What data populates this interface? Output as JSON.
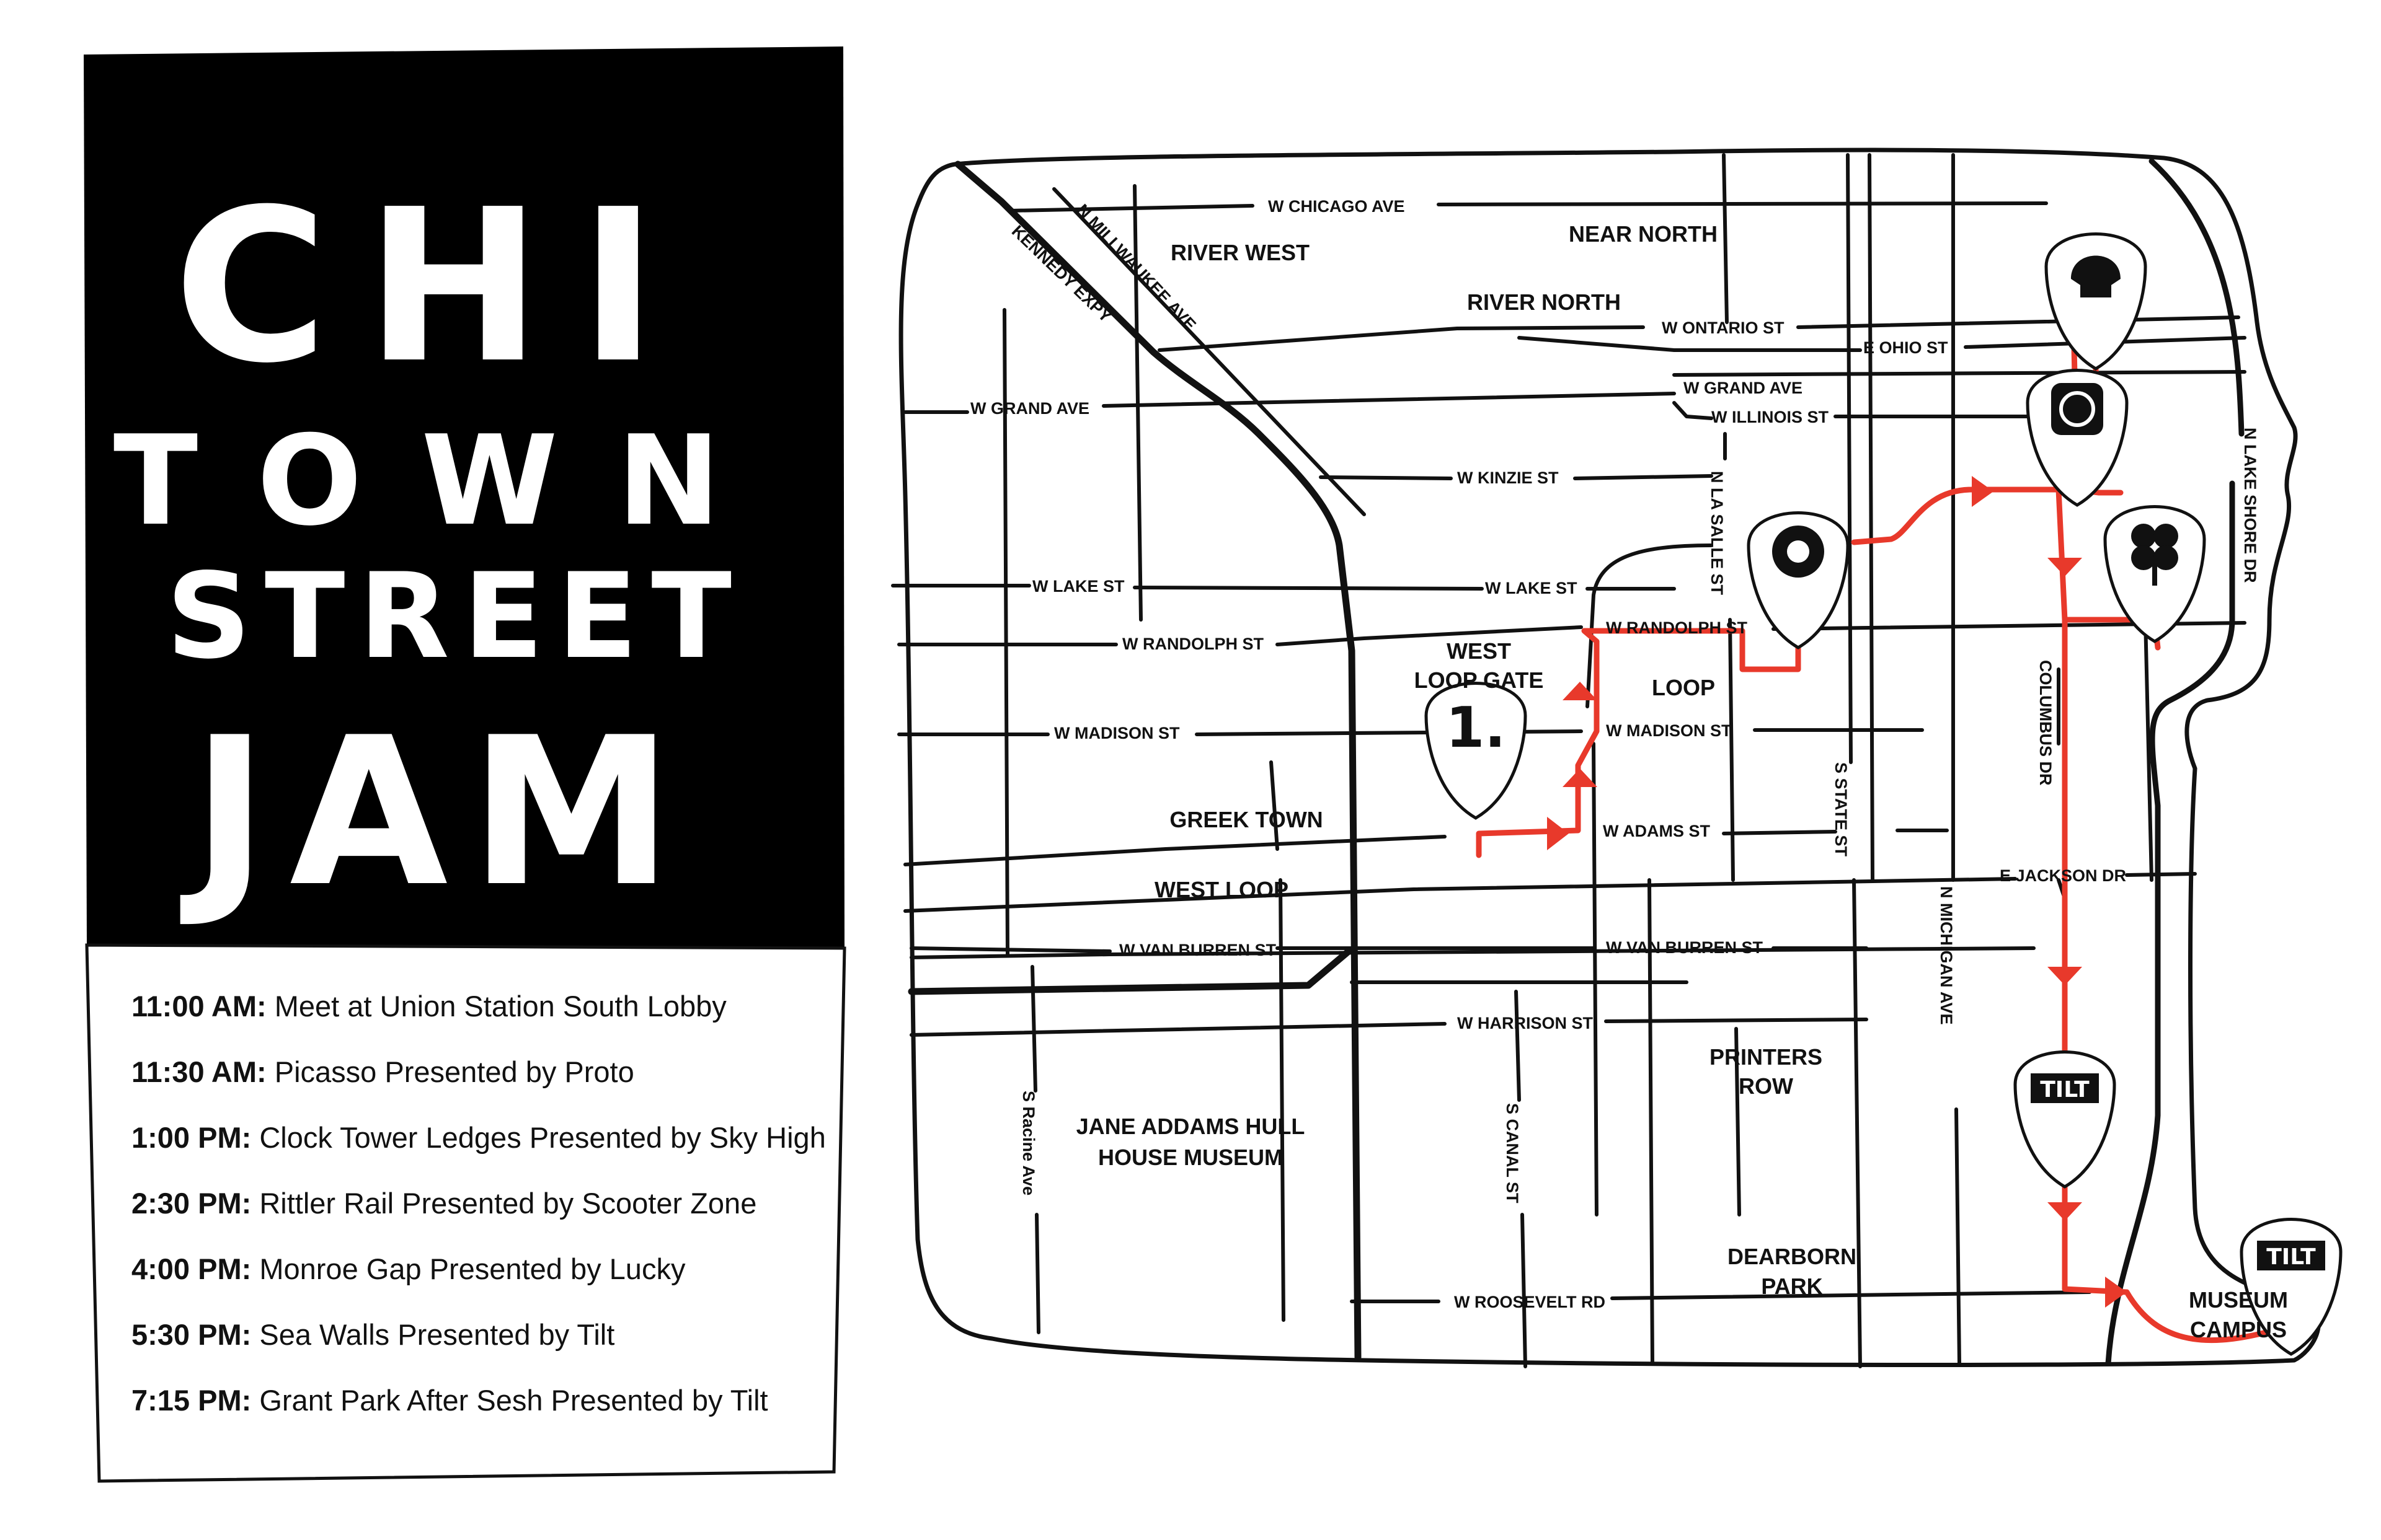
{
  "title": {
    "line1": "CHI",
    "line2": "TOWN",
    "line3": "STREET",
    "line4": "JAM"
  },
  "schedule": [
    {
      "time": "11:00 AM:",
      "event": "Meet at Union Station South Lobby"
    },
    {
      "time": "11:30 AM:",
      "event": "Picasso Presented by Proto"
    },
    {
      "time": "1:00 PM:",
      "event": "Clock Tower Ledges Presented by Sky High"
    },
    {
      "time": "2:30 PM:",
      "event": "Rittler Rail Presented by Scooter Zone"
    },
    {
      "time": "4:00 PM:",
      "event": "Monroe Gap Presented by Lucky"
    },
    {
      "time": "5:30 PM:",
      "event": "Sea Walls Presented by Tilt"
    },
    {
      "time": "7:15 PM:",
      "event": "Grant Park After Sesh Presented by Tilt"
    }
  ],
  "map": {
    "streets": {
      "chicago_ave": "W CHICAGO AVE",
      "millwaukee": "N MILLWAUKEE AVE",
      "kennedy": "KENNEDY EXPY",
      "ontario": "W ONTARIO ST",
      "ohio": "E OHIO ST",
      "grand_w": "W GRAND AVE",
      "grand_e": "W GRAND AVE",
      "illinois": "W ILLINOIS ST",
      "kinzie": "W KINZIE ST",
      "lasalle": "N LA SALLE ST",
      "lake_w": "W LAKE ST",
      "lake_e": "W LAKE ST",
      "randolph_w": "W RANDOLPH ST",
      "randolph_e": "W RANDOLPH ST",
      "madison_w": "W MADISON ST",
      "madison_e": "W MADISON ST",
      "adams": "W ADAMS ST",
      "state": "S STATE ST",
      "columbus": "COLUMBUS DR",
      "jackson": "E JACKSON DR",
      "michigan": "N MICHIGAN AVE",
      "vanburen_w": "W VAN BURREN ST",
      "vanburen_e": "W VAN BURREN ST",
      "harrison": "W HARRISON ST",
      "racine": "S Racine Ave",
      "canal": "S CANAL ST",
      "roosevelt": "W ROOSEVELT RD",
      "lakeshore": "N LAKE SHORE DR"
    },
    "neighborhoods": {
      "river_west": "RIVER WEST",
      "near_north": "NEAR NORTH",
      "river_north": "RIVER NORTH",
      "west_loop_gate_1": "WEST",
      "west_loop_gate_2": "LOOP GATE",
      "loop": "LOOP",
      "greek_town": "GREEK TOWN",
      "west_loop": "WEST LOOP",
      "printers_1": "PRINTERS",
      "printers_2": "ROW",
      "jane_1": "JANE ADDAMS HULL",
      "jane_2": "HOUSE MUSEUM",
      "dearborn_1": "DEARBORN",
      "dearborn_2": "PARK",
      "museum_1": "MUSEUM",
      "museum_2": "CAMPUS"
    },
    "pins": {
      "proto": "1.",
      "tilt_a": "TILT",
      "tilt_b": "TILT"
    },
    "route_color": "#e8392b",
    "ink_color": "#111111"
  }
}
